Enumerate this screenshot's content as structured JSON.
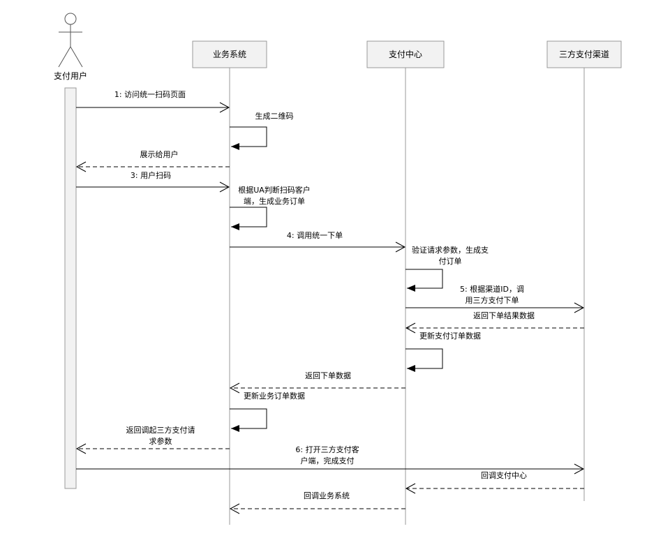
{
  "participants": {
    "user": "支付用户",
    "biz": "业务系统",
    "pay": "支付中心",
    "third": "三方支付渠道"
  },
  "messages": {
    "m1": "1: 访问统一扫码页面",
    "m2": "生成二维码",
    "m3": "展示给用户",
    "m4": "3: 用户扫码",
    "m5": [
      "根据UA判断扫码客户",
      "端，生成业务订单"
    ],
    "m6": "4: 调用统一下单",
    "m7": [
      "验证请求参数，生成支",
      "付订单"
    ],
    "m8": [
      "5: 根据渠道ID，调",
      "用三方支付下单"
    ],
    "m9": "返回下单结果数据",
    "m10": "更新支付订单数据",
    "m11": "返回下单数据",
    "m12": "更新业务订单数据",
    "m13": [
      "返回调起三方支付请",
      "求参数"
    ],
    "m14": [
      "6: 打开三方支付客",
      "户端，完成支付"
    ],
    "m15": "回调支付中心",
    "m16": "回调业务系统"
  },
  "colors": {
    "box_fill": "#f2f2f2",
    "box_stroke": "#999999",
    "lifeline": "#999999",
    "arrow": "#000000"
  }
}
